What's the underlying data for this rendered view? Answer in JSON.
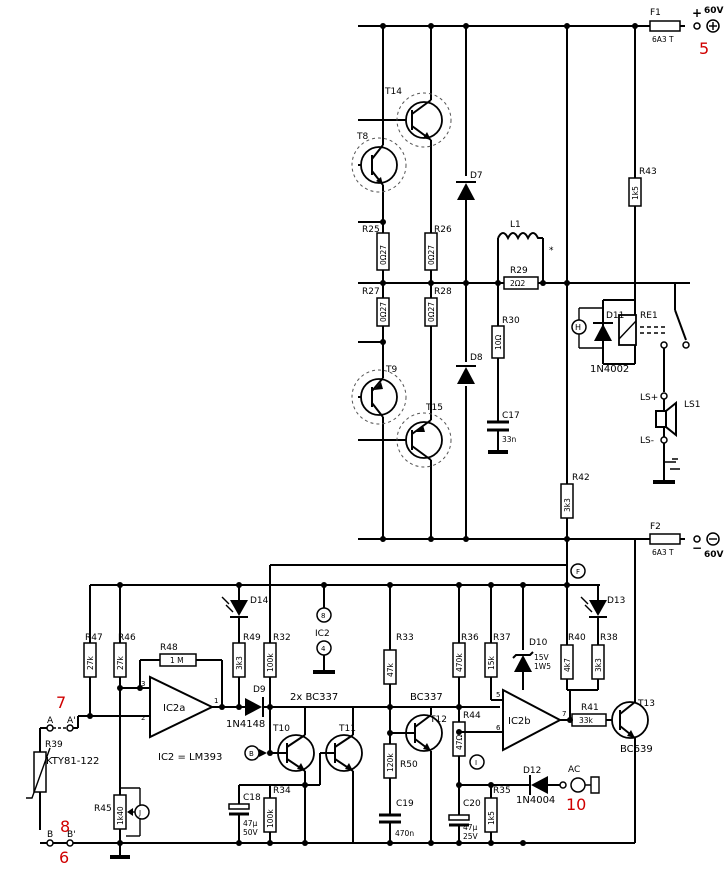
{
  "labels": {
    "T14": "T14",
    "T8": "T8",
    "T9": "T9",
    "T15": "T15",
    "D7": "D7",
    "D8": "D8",
    "L1": "L1",
    "L1_star": "*",
    "R25": "R25",
    "R26": "R26",
    "R27": "R27",
    "R28": "R28",
    "R29": "R29",
    "R30": "R30",
    "C17": "C17",
    "R42": "R42",
    "R43": "R43",
    "F1": "F1",
    "F2": "F2",
    "RE1": "RE1",
    "D11": "D11",
    "LS1": "LS1",
    "R47": "R47",
    "R46": "R46",
    "R48": "R48",
    "R49": "R49",
    "R32": "R32",
    "R33": "R33",
    "R36": "R36",
    "R37": "R37",
    "D10": "D10",
    "R40": "R40",
    "R38": "R38",
    "D14": "D14",
    "D13": "D13",
    "IC2a": "IC2a",
    "IC2b": "IC2b",
    "D9": "D9",
    "T10": "T10",
    "T11": "T11",
    "T12": "T12",
    "T13": "T13",
    "R44": "R44",
    "R41": "R41",
    "R50": "R50",
    "R34": "R34",
    "C18": "C18",
    "C19": "C19",
    "C20": "C20",
    "R35": "R35",
    "R39": "R39",
    "R45": "R45",
    "D12": "D12",
    "IC2": "IC2"
  },
  "values": {
    "R25": "0Ω27",
    "R26": "0Ω27",
    "R27": "0Ω27",
    "R28": "0Ω27",
    "R29": "2Ω2",
    "R30": "10Ω",
    "C17": "33n",
    "R42": "3k3",
    "R43": "1k5",
    "F1": "6A3 T",
    "F2": "6A3 T",
    "R47": "27k",
    "R46": "27k",
    "R48": "1 M",
    "R49": "3k3",
    "R32": "100k",
    "R33": "47k",
    "R36": "470k",
    "R37": "15k",
    "D10a": "15V",
    "D10b": "1W5",
    "R40": "4k7",
    "R38": "3k3",
    "R41": "33k",
    "R44": "47Ω",
    "R50": "120k",
    "R34": "100k",
    "C18a": "47µ",
    "C18b": "50V",
    "C19": "470n",
    "C20a": "47µ",
    "C20b": "25V",
    "R35": "1k5",
    "R45": "1k40"
  },
  "parts": {
    "D11": "1N4002",
    "D9": "1N4148",
    "T10T11": "2x BC337",
    "T12": "BC337",
    "T13": "BC639",
    "D12": "1N4004",
    "R39": "KTY81-122",
    "IC2": "IC2 = LM393"
  },
  "nodes": {
    "plus60": "60V",
    "minus60": "60V",
    "LSplus": "LS+",
    "LSminus": "LS-",
    "A": "A",
    "Ap": "A'",
    "B": "B",
    "Bp": "B'",
    "AC": "AC",
    "H": "H",
    "J": "J",
    "Bnode": "B",
    "F": "F",
    "I": "I",
    "pin8": "8",
    "pin4": "4",
    "p1": "1",
    "p2": "2",
    "p3": "3",
    "p5": "5",
    "p6": "6",
    "p7": "7"
  },
  "markers": {
    "m5": "5",
    "m7": "7",
    "m8": "8",
    "m6": "6",
    "m10": "10"
  }
}
